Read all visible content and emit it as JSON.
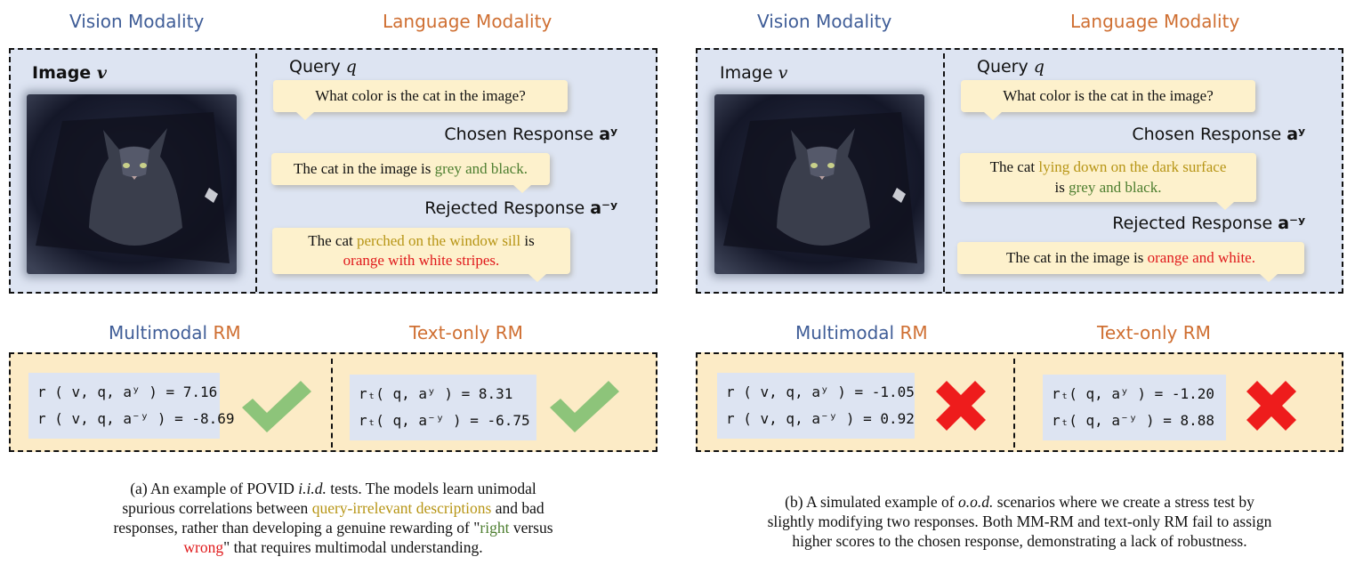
{
  "panel_a": {
    "vision_header": "Vision Modality",
    "language_header": "Language Modality",
    "image_label": "Image",
    "image_symbol": "v",
    "query_label": "Query",
    "query_symbol": "q",
    "query_text": "What color is the cat in the image?",
    "chosen_label": "Chosen Response",
    "chosen_symbol": "aʸ",
    "chosen_text_1": "The cat in the image is ",
    "chosen_text_2": "grey and black.",
    "rejected_label": "Rejected Response",
    "rejected_symbol": "a⁻ʸ",
    "rejected_text_1": "The cat ",
    "rejected_text_2": "perched on the window sill",
    "rejected_text_3": " is",
    "rejected_text_4": "orange with white stripes.",
    "mm_rm_word1": "Multimodal",
    "mm_rm_word2": "RM",
    "text_rm_label": "Text-only RM",
    "mm_score_1": "r ( v, q, aʸ ) = 7.16",
    "mm_score_2": "r ( v, q, a⁻ʸ ) = -8.69",
    "text_score_1": "rₜ( q, aʸ ) = 8.31",
    "text_score_2": "rₜ( q, a⁻ʸ ) = -6.75",
    "mm_result": "check",
    "text_result": "check",
    "caption_1": "(a) An example of POVID ",
    "caption_iid": "i.i.d.",
    "caption_2": " tests. The models learn unimodal",
    "caption_3": "spurious correlations between ",
    "caption_4": "query-irrelevant descriptions",
    "caption_5": " and bad",
    "caption_6": "responses, rather than developing a genuine rewarding of \"",
    "caption_right": "right",
    "caption_7": " versus",
    "caption_wrong": "wrong",
    "caption_8": "\" that requires multimodal understanding."
  },
  "panel_b": {
    "vision_header": "Vision Modality",
    "language_header": "Language Modality",
    "image_label": "Image",
    "image_symbol": "v",
    "query_label": "Query",
    "query_symbol": "q",
    "query_text": "What color is the cat in the image?",
    "chosen_label": "Chosen Response",
    "chosen_symbol": "aʸ",
    "chosen_text_1": "The cat ",
    "chosen_text_2": "lying down on the dark surface",
    "chosen_text_3": "is ",
    "chosen_text_4": "grey and black.",
    "rejected_label": "Rejected Response",
    "rejected_symbol": "a⁻ʸ",
    "rejected_text_1": "The cat in the image is ",
    "rejected_text_2": "orange and white.",
    "mm_rm_word1": "Multimodal",
    "mm_rm_word2": "RM",
    "text_rm_label": "Text-only RM",
    "mm_score_1": "r ( v, q, aʸ ) = -1.05",
    "mm_score_2": "r ( v, q, a⁻ʸ ) = 0.92",
    "text_score_1": "rₜ( q, aʸ ) = -1.20",
    "text_score_2": "rₜ( q, a⁻ʸ ) = 8.88",
    "mm_result": "cross",
    "text_result": "cross",
    "caption_1": "(b) A simulated example of ",
    "caption_ood": "o.o.d.",
    "caption_2": " scenarios where we create a stress test by",
    "caption_3": "slightly modifying two responses. Both MM-RM and text-only RM fail to assign",
    "caption_4": "higher scores to the chosen response, demonstrating a lack of robustness."
  },
  "colors": {
    "vision_blue": "#3f5d97",
    "language_orange": "#cf6f32",
    "chosen_green": "#4d7e2f",
    "irrelevant_gold": "#b79515",
    "rejected_red": "#e0191b",
    "check_green": "#8dc47a",
    "cross_red": "#ee1c1c"
  },
  "icons": {
    "check": "check-icon",
    "cross": "cross-icon"
  }
}
